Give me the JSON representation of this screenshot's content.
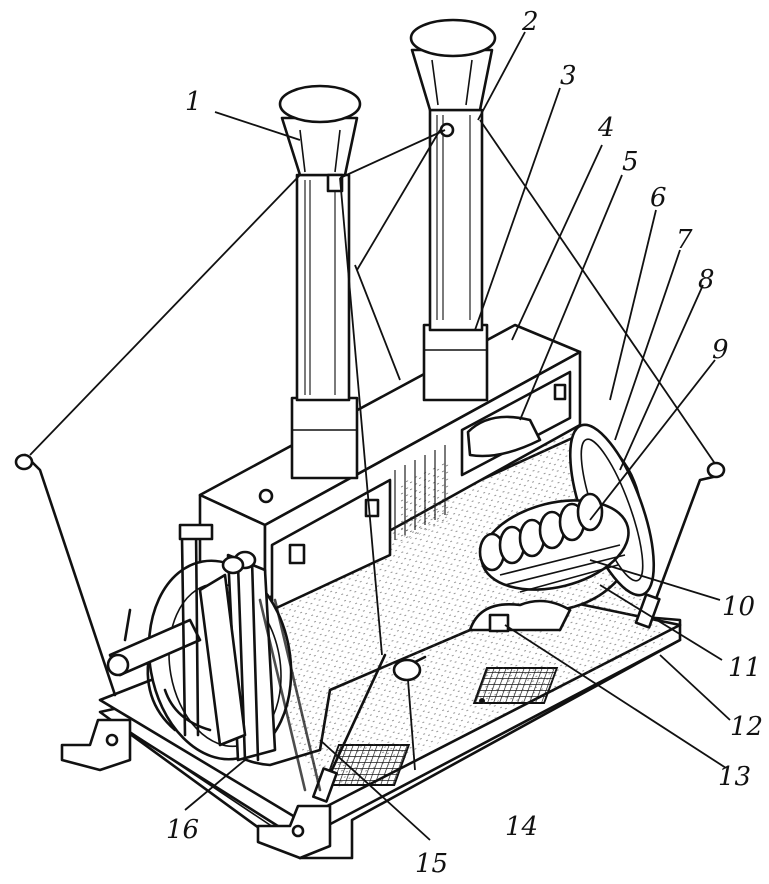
{
  "figure": {
    "callout_labels": [
      "1",
      "2",
      "3",
      "4",
      "5",
      "6",
      "7",
      "8",
      "9",
      "10",
      "11",
      "12",
      "13",
      "14",
      "15",
      "16"
    ]
  }
}
